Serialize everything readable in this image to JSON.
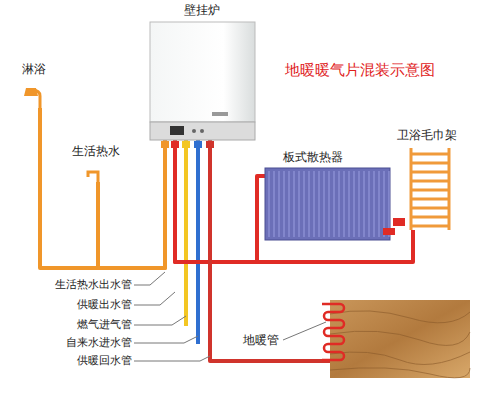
{
  "diagram": {
    "title": "地暖暖气片混装示意图",
    "nodes": [
      {
        "text": [
          "壁挂炉"
        ]
      },
      {
        "text": [
          "淋浴"
        ]
      },
      {
        "text": [
          "生活热水"
        ]
      },
      {
        "text": [
          "板式散热器"
        ]
      },
      {
        "text": [
          "卫浴毛巾架"
        ]
      },
      {
        "text": [
          "地暖管"
        ]
      }
    ],
    "edges": [
      {
        "from": 0,
        "to": 1,
        "arrow": "none"
      },
      {
        "from": 0,
        "to": 2,
        "arrow": "none"
      },
      {
        "from": 0,
        "to": 3,
        "arrow": "none"
      },
      {
        "from": 0,
        "to": 4,
        "arrow": "none"
      },
      {
        "from": 0,
        "to": 5,
        "arrow": "none"
      }
    ],
    "labels": [
      "生活热水出水管",
      "供暖出水管",
      "燃气进气管",
      "自来水进水管",
      "供暖回水管"
    ]
  }
}
